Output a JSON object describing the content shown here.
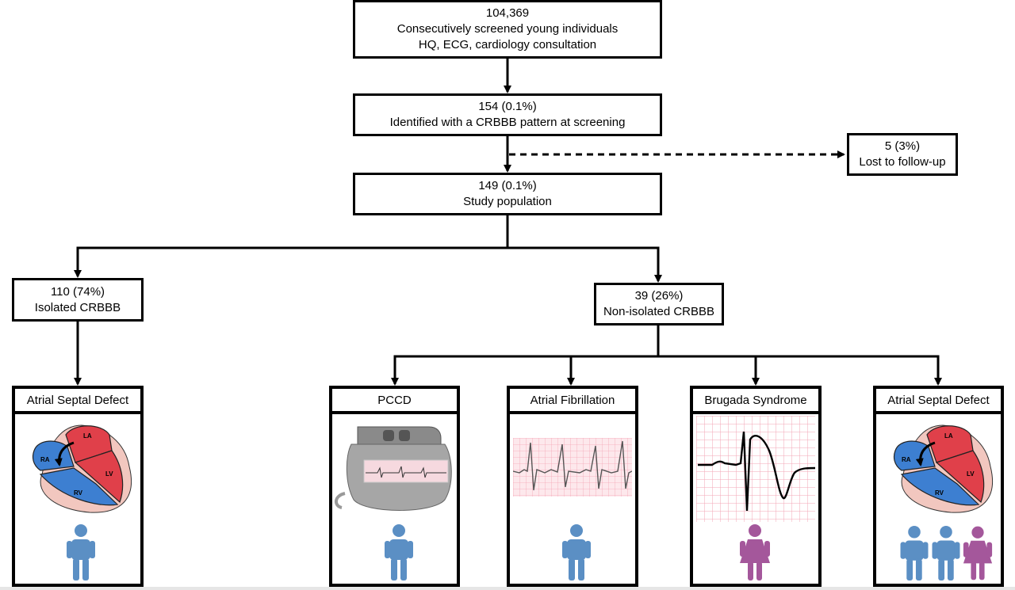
{
  "top": {
    "count": "104,369",
    "line1": "Consecutively screened young individuals",
    "line2": "HQ, ECG, cardiology consultation"
  },
  "identified": {
    "count": "154 (0.1%)",
    "label": "Identified with a CRBBB pattern at screening"
  },
  "lost": {
    "count": "5 (3%)",
    "label": "Lost to follow-up"
  },
  "study": {
    "count": "149 (0.1%)",
    "label": "Study population"
  },
  "isolated": {
    "count": "110 (74%)",
    "label": "Isolated CRBBB"
  },
  "nonisolated": {
    "count": "39 (26%)",
    "label": "Non-isolated CRBBB"
  },
  "panels": [
    {
      "title": "Atrial Septal Defect",
      "image": "heart-diagram",
      "people": [
        "male"
      ]
    },
    {
      "title": "PCCD",
      "image": "pacemaker",
      "people": [
        "male"
      ]
    },
    {
      "title": "Atrial Fibrillation",
      "image": "ecg-strip",
      "people": [
        "male"
      ]
    },
    {
      "title": "Brugada Syndrome",
      "image": "ecg-brugada",
      "people": [
        "female"
      ]
    },
    {
      "title": "Atrial Septal Defect",
      "image": "heart-diagram",
      "people": [
        "male",
        "male",
        "female"
      ]
    }
  ],
  "heart_labels": {
    "la": "LA",
    "ra": "RA",
    "lv": "LV",
    "rv": "RV"
  },
  "colors": {
    "male": "#5b8fc4",
    "female": "#a4579b",
    "heart_red": "#e0404a",
    "heart_blue": "#3d7fd1",
    "ecg_grid": "#f3a6b6"
  }
}
